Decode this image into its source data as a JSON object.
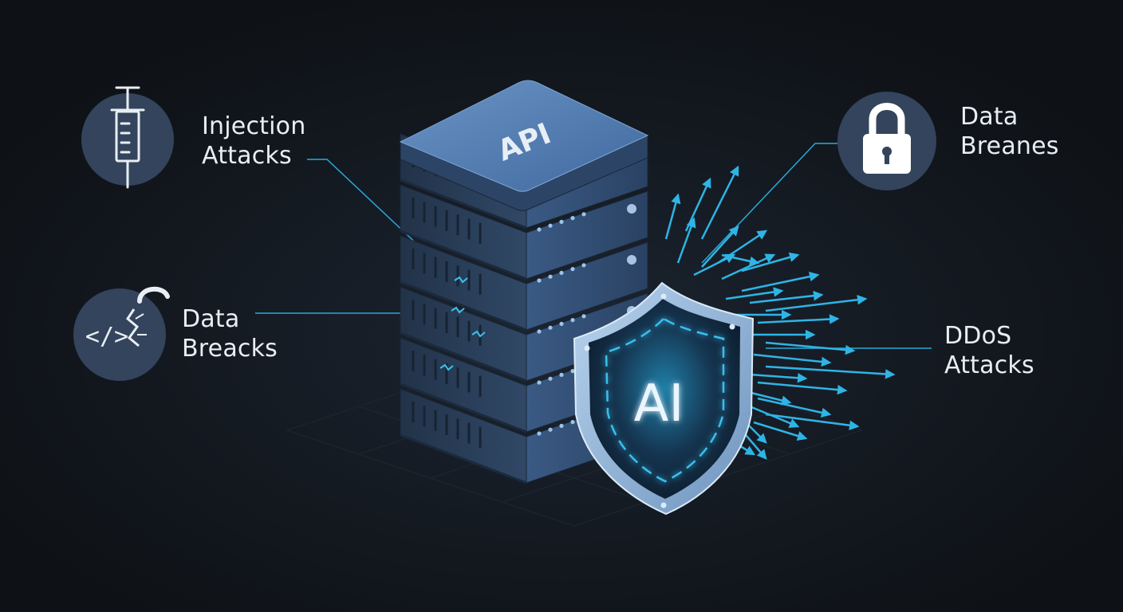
{
  "server": {
    "top_label": "API"
  },
  "shield": {
    "label": "AI"
  },
  "threats": {
    "injection": {
      "line1": "Injection",
      "line2": "Attacks",
      "icon": "syringe-icon"
    },
    "data_breacks": {
      "line1": "Data",
      "line2": "Breacks",
      "icon": "broken-code-icon"
    },
    "data_breanes": {
      "line1": "Data",
      "line2": "Breanes",
      "icon": "padlock-icon"
    },
    "ddos": {
      "line1": "DDoS",
      "line2": "Attacks"
    }
  },
  "colors": {
    "background": "#101317",
    "server": "#3d5a80",
    "accent": "#29b6e8",
    "icon_circle": "#33445c",
    "text": "#e9eef4"
  }
}
